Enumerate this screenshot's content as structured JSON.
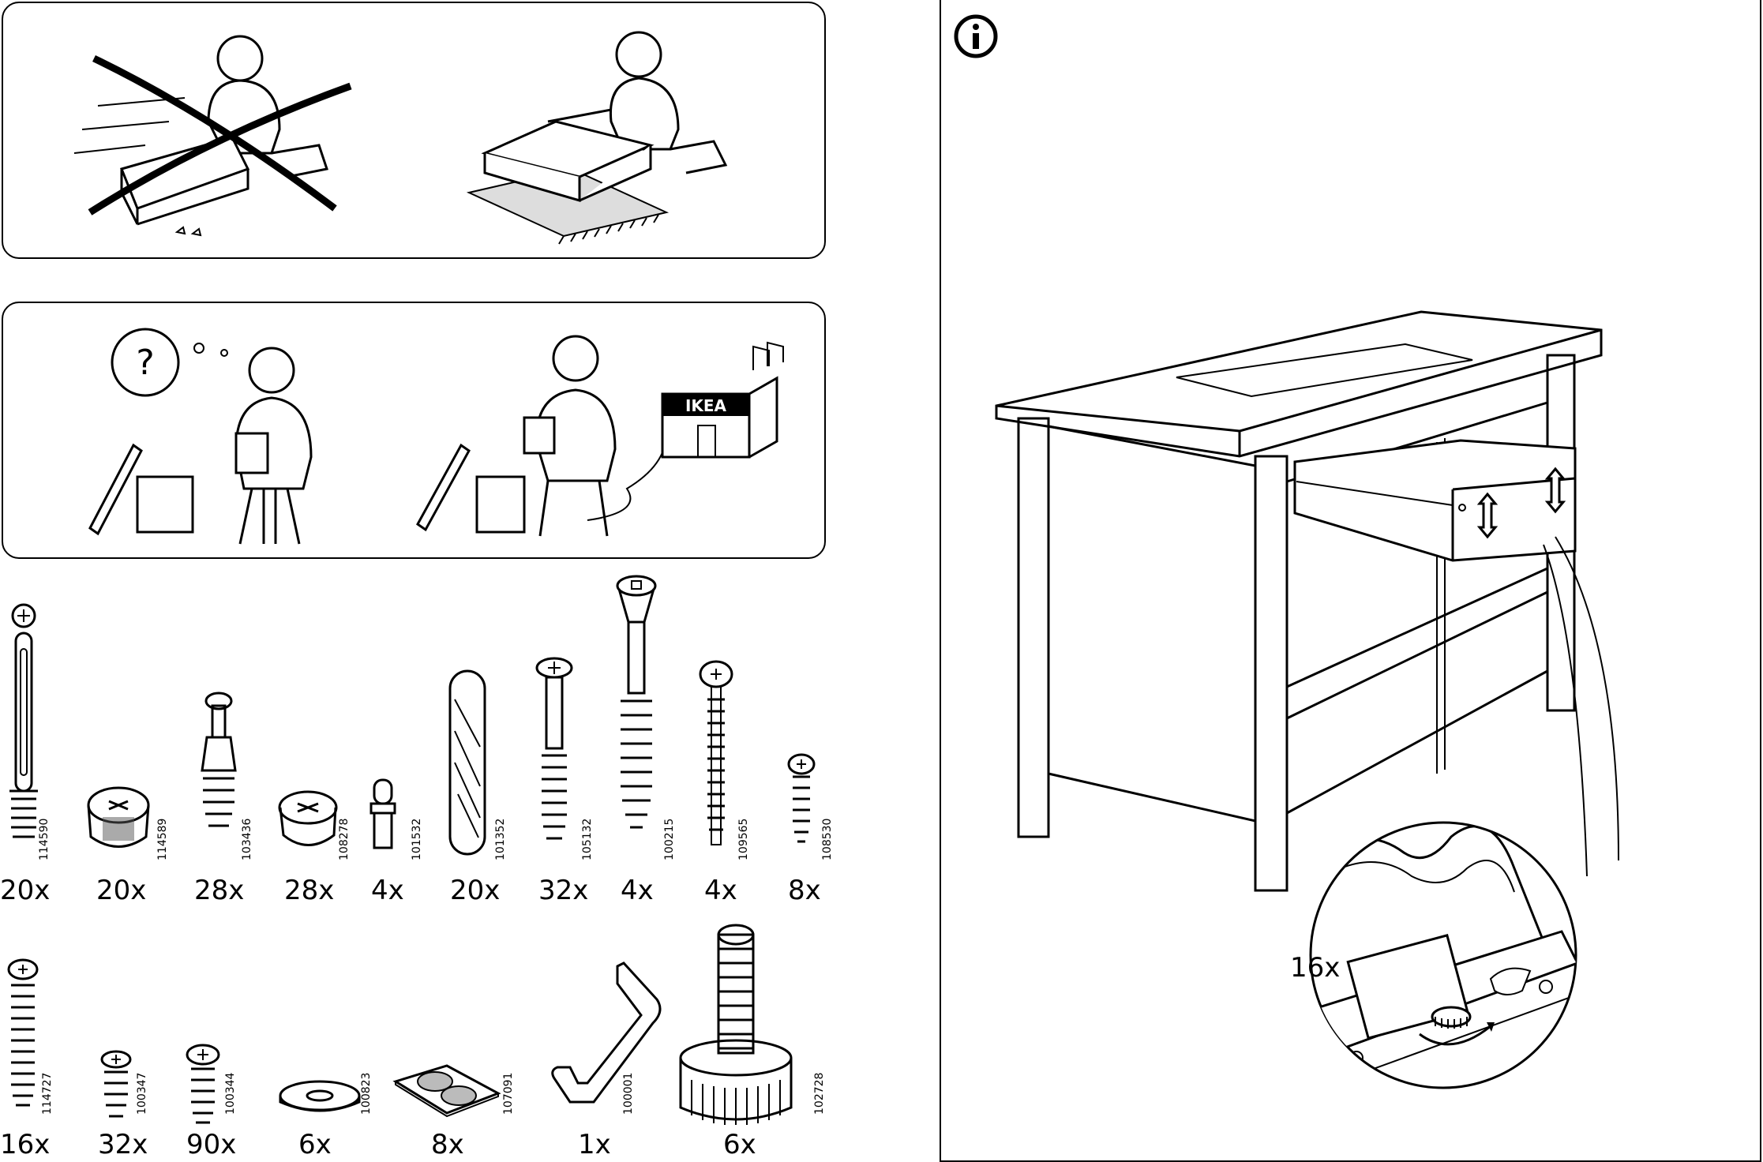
{
  "info_icon": "info-icon",
  "panel2": {
    "question_mark": "?",
    "store_logo": "IKEA"
  },
  "callout_qty": "16x",
  "parts_row1": [
    {
      "qty": "20x",
      "part": "114590"
    },
    {
      "qty": "20x",
      "part": "114589"
    },
    {
      "qty": "28x",
      "part": "103436"
    },
    {
      "qty": "28x",
      "part": "108278"
    },
    {
      "qty": "4x",
      "part": "101532"
    },
    {
      "qty": "20x",
      "part": "101352"
    },
    {
      "qty": "32x",
      "part": "105132"
    },
    {
      "qty": "4x",
      "part": "100215"
    },
    {
      "qty": "4x",
      "part": "109565"
    },
    {
      "qty": "8x",
      "part": "108530"
    }
  ],
  "parts_row2": [
    {
      "qty": "16x",
      "part": "114727"
    },
    {
      "qty": "32x",
      "part": "100347"
    },
    {
      "qty": "90x",
      "part": "100344"
    },
    {
      "qty": "6x",
      "part": "100823"
    },
    {
      "qty": "8x",
      "part": "107091"
    },
    {
      "qty": "1x",
      "part": "100001"
    },
    {
      "qty": "6x",
      "part": "102728"
    }
  ]
}
